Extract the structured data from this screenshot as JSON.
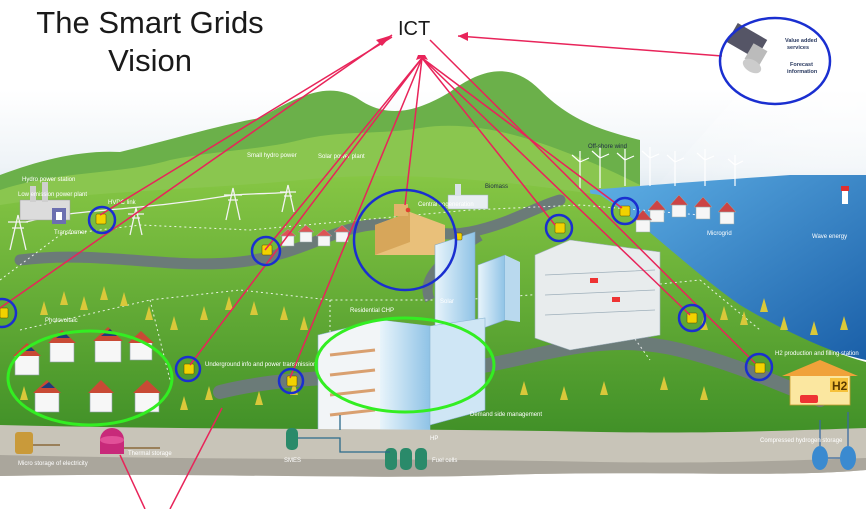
{
  "title": {
    "line1": "The Smart Grids",
    "line2": "Vision"
  },
  "hub_label": "ICT",
  "satellite": {
    "labels": [
      "Value added",
      "services",
      "Forecast",
      "information"
    ]
  },
  "scene_labels": {
    "hydro": "Hydro power station",
    "small_hydro": "Small hydro power",
    "solar_plant": "Solar power plant",
    "offshore": "Off-shore wind",
    "low_emission": "Low emission power plant",
    "hvdc": "HVDC link",
    "transformer": "Transformer",
    "biomass": "Biomass",
    "cogen": "Central cogeneration",
    "microgrid": "Microgrid",
    "wave": "Wave energy",
    "photovoltaic": "Photovoltaic",
    "residential_chp": "Residential CHP",
    "solar": "Solar",
    "underground": "Underground info and power transmission",
    "demand_side": "Demand side management",
    "h2_production": "H2 production and filling station",
    "micro_storage": "Micro storage of electricity",
    "thermal_storage": "Thermal storage",
    "smes": "SMES",
    "hp": "HP",
    "fuel_cells": "Fuel cells",
    "compressed_h2": "Compressed hydrogen storage",
    "h2_sign": "H2"
  },
  "colors": {
    "link_line": "#e8245a",
    "blue_ring": "#1a2fd0",
    "green_ring": "#33ee22",
    "grass": "#5fae32",
    "sea": "#2a7ec8",
    "sky": "#dfeaf1"
  }
}
